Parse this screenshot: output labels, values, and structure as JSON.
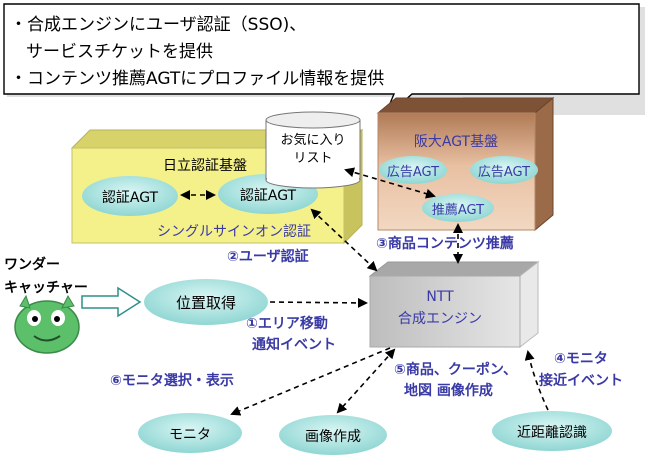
{
  "callout": {
    "line1": "・合成エンジンにユーザ認証（SSO)、",
    "line2": "サービスチケットを提供",
    "line3": "・コンテンツ推薦AGTにプロファイル情報を提供"
  },
  "hitachi": {
    "title": "日立認証基盤",
    "agt1": "認証AGT",
    "agt2": "認証AGT",
    "caption": "シングルサインオン認証"
  },
  "favorites": {
    "line1": "お気に入り",
    "line2": "リスト"
  },
  "osaka": {
    "title": "阪大AGT基盤",
    "ad1": "広告AGT",
    "ad2": "広告AGT",
    "recommend": "推薦AGT"
  },
  "ntt": {
    "line1": "NTT",
    "line2": "合成エンジン"
  },
  "wonder": {
    "line1": "ワンダー",
    "line2": "キャッチャー"
  },
  "nodes": {
    "location": "位置取得",
    "monitor": "モニタ",
    "image": "画像作成",
    "proximity": "近距離認識"
  },
  "labels": {
    "step1_l1": "①エリア移動",
    "step1_l2": "通知イベント",
    "step2": "②ユーザ認証",
    "step3": "③商品コンテンツ推薦",
    "step4_l1": "④モニタ",
    "step4_l2": "接近イベント",
    "step5_l1": "⑤商品、クーポン、",
    "step5_l2": "地図 画像作成",
    "step6": "⑥モニタ選択・表示"
  },
  "colors": {
    "ellipse": "#a9e3e1",
    "hitachi_box": "#f4f08a",
    "osaka_box": "#e3b493",
    "ntt_box": "#cfcfcf",
    "label_blue": "#3a3aa6"
  }
}
